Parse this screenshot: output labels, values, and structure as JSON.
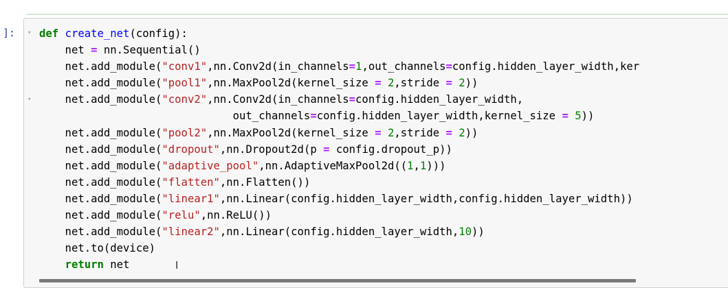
{
  "cell": {
    "prompt": "]:",
    "fold_markers": [
      "▾",
      "▾"
    ],
    "cursor_glyph": "I",
    "code_lines": [
      [
        [
          "kw",
          "def"
        ],
        [
          "t",
          " "
        ],
        [
          "def",
          "create_net"
        ],
        [
          "t",
          "(config):"
        ]
      ],
      [
        [
          "t",
          "    net "
        ],
        [
          "op",
          "="
        ],
        [
          "t",
          " nn.Sequential()"
        ]
      ],
      [
        [
          "t",
          "    net.add_module("
        ],
        [
          "str",
          "\"conv1\""
        ],
        [
          "t",
          ",nn.Conv2d(in_channels"
        ],
        [
          "op",
          "="
        ],
        [
          "num",
          "1"
        ],
        [
          "t",
          ",out_channels"
        ],
        [
          "op",
          "="
        ],
        [
          "t",
          "config.hidden_layer_width,ker"
        ]
      ],
      [
        [
          "t",
          "    net.add_module("
        ],
        [
          "str",
          "\"pool1\""
        ],
        [
          "t",
          ",nn.MaxPool2d(kernel_size "
        ],
        [
          "op",
          "="
        ],
        [
          "t",
          " "
        ],
        [
          "num",
          "2"
        ],
        [
          "t",
          ",stride "
        ],
        [
          "op",
          "="
        ],
        [
          "t",
          " "
        ],
        [
          "num",
          "2"
        ],
        [
          "t",
          "))"
        ]
      ],
      [
        [
          "t",
          "    net.add_module("
        ],
        [
          "str",
          "\"conv2\""
        ],
        [
          "t",
          ",nn.Conv2d(in_channels"
        ],
        [
          "op",
          "="
        ],
        [
          "t",
          "config.hidden_layer_width,"
        ]
      ],
      [
        [
          "t",
          "                              out_channels"
        ],
        [
          "op",
          "="
        ],
        [
          "t",
          "config.hidden_layer_width,kernel_size "
        ],
        [
          "op",
          "="
        ],
        [
          "t",
          " "
        ],
        [
          "num",
          "5"
        ],
        [
          "t",
          "))"
        ]
      ],
      [
        [
          "t",
          "    net.add_module("
        ],
        [
          "str",
          "\"pool2\""
        ],
        [
          "t",
          ",nn.MaxPool2d(kernel_size "
        ],
        [
          "op",
          "="
        ],
        [
          "t",
          " "
        ],
        [
          "num",
          "2"
        ],
        [
          "t",
          ",stride "
        ],
        [
          "op",
          "="
        ],
        [
          "t",
          " "
        ],
        [
          "num",
          "2"
        ],
        [
          "t",
          "))"
        ]
      ],
      [
        [
          "t",
          "    net.add_module("
        ],
        [
          "str",
          "\"dropout\""
        ],
        [
          "t",
          ",nn.Dropout2d(p "
        ],
        [
          "op",
          "="
        ],
        [
          "t",
          " config.dropout_p))"
        ]
      ],
      [
        [
          "t",
          "    net.add_module("
        ],
        [
          "str",
          "\"adaptive_pool\""
        ],
        [
          "t",
          ",nn.AdaptiveMaxPool2d(("
        ],
        [
          "num",
          "1"
        ],
        [
          "t",
          ","
        ],
        [
          "num",
          "1"
        ],
        [
          "t",
          ")))"
        ]
      ],
      [
        [
          "t",
          "    net.add_module("
        ],
        [
          "str",
          "\"flatten\""
        ],
        [
          "t",
          ",nn.Flatten())"
        ]
      ],
      [
        [
          "t",
          "    net.add_module("
        ],
        [
          "str",
          "\"linear1\""
        ],
        [
          "t",
          ",nn.Linear(config.hidden_layer_width,config.hidden_layer_width))"
        ]
      ],
      [
        [
          "t",
          "    net.add_module("
        ],
        [
          "str",
          "\"relu\""
        ],
        [
          "t",
          ",nn.ReLU())"
        ]
      ],
      [
        [
          "t",
          "    net.add_module("
        ],
        [
          "str",
          "\"linear2\""
        ],
        [
          "t",
          ",nn.Linear(config.hidden_layer_width,"
        ],
        [
          "num",
          "10"
        ],
        [
          "t",
          "))"
        ]
      ],
      [
        [
          "t",
          "    net.to(device)"
        ]
      ],
      [
        [
          "t",
          "    "
        ],
        [
          "kw",
          "return"
        ],
        [
          "t",
          " net"
        ]
      ]
    ]
  },
  "colors": {
    "keyword": "#008000",
    "def_name": "#0000ff",
    "string": "#ba2121",
    "number": "#008000",
    "operator": "#aa22ff",
    "prompt": "#303f9f",
    "cell_bg": "#f7f7f7",
    "cell_border": "#cfcfcf"
  }
}
